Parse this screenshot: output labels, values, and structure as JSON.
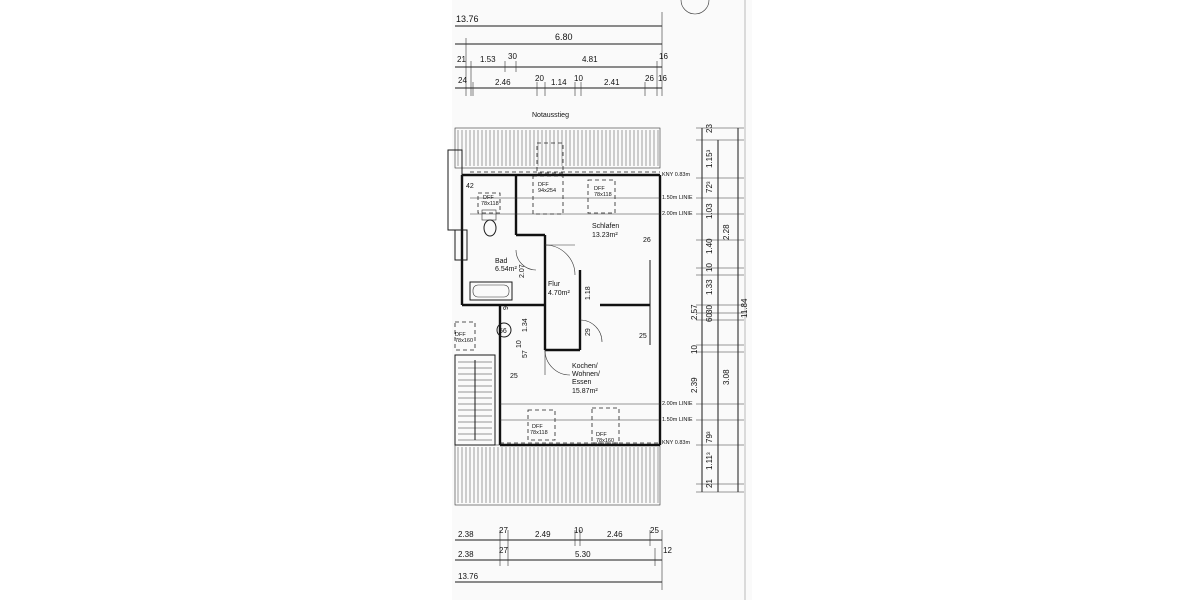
{
  "dimensions": {
    "top_total": "13.76",
    "top_overall": "6.80",
    "top_row2": [
      "21",
      "1.53",
      "30",
      "4.81",
      "16"
    ],
    "top_row3": [
      "24",
      "2.46",
      "20",
      "1.14",
      "10",
      "2.41",
      "26",
      "16"
    ],
    "bottom_row1": [
      "2.38",
      "27",
      "2.49",
      "10",
      "2.46",
      "25"
    ],
    "bottom_row2": [
      "2.38",
      "27",
      "5.30",
      "12"
    ],
    "bottom_total": "13.76",
    "right_outer": [
      "23",
      "1.15³",
      "72³",
      "1.03",
      "1.40",
      "10",
      "1.33",
      "60",
      "30",
      "2.57",
      "10",
      "2.39",
      "79³",
      "1.11³",
      "21"
    ],
    "right_inner": [
      "2.28",
      "3.08"
    ],
    "right_total": "11.84",
    "interior": [
      "26",
      "25",
      "25",
      "1.18",
      "29",
      "2.07",
      "1.34",
      "57",
      "42",
      "10",
      "9"
    ]
  },
  "rooms": {
    "schlafen_name": "Schlafen",
    "schlafen_area": "13.23m²",
    "flur_name": "Flur",
    "flur_area": "4.70m²",
    "bad_name": "Bad",
    "bad_area": "6.54m²",
    "kochen_line1": "Kochen/",
    "kochen_line2": "Wohnen/",
    "kochen_line3": "Essen",
    "kochen_area": "15.87m²"
  },
  "labels": {
    "notausstieg": "Notausstieg",
    "kny_top": "KNY 0.83m",
    "line_150_top": "1.50m LINIE",
    "line_200_top": "2.00m LINIE",
    "line_200_bottom": "2.00m LINIE",
    "line_150_bottom": "1.50m LINIE",
    "kny_bottom": "KNY 0.83m",
    "dff": "DFF",
    "win_94x254": "94x254",
    "win_78x118_a": "78x118",
    "win_78x118_b": "78x118",
    "win_78x160_a": "78x160",
    "win_78x160_b": "78x160",
    "win_78x118_c": "78x118",
    "marker_56": "56"
  }
}
